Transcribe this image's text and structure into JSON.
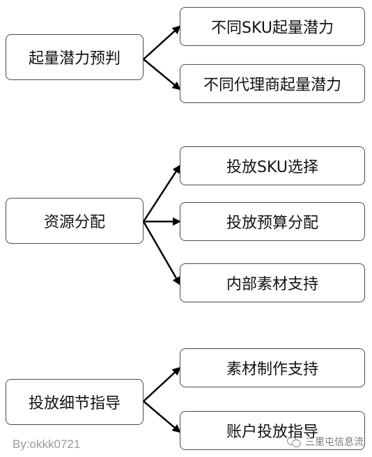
{
  "groups": [
    {
      "root": "起量潜力预判",
      "children": [
        "不同SKU起量潜力",
        "不同代理商起量潜力"
      ]
    },
    {
      "root": "资源分配",
      "children": [
        "投放SKU选择",
        "投放预算分配",
        "内部素材支持"
      ]
    },
    {
      "root": "投放细节指导",
      "children": [
        "素材制作支持",
        "账户投放指导"
      ]
    }
  ],
  "footer": {
    "caption": "By:okkk0721",
    "watermark": "三里屯信息流",
    "watermark_icon": "wechat-icon"
  }
}
